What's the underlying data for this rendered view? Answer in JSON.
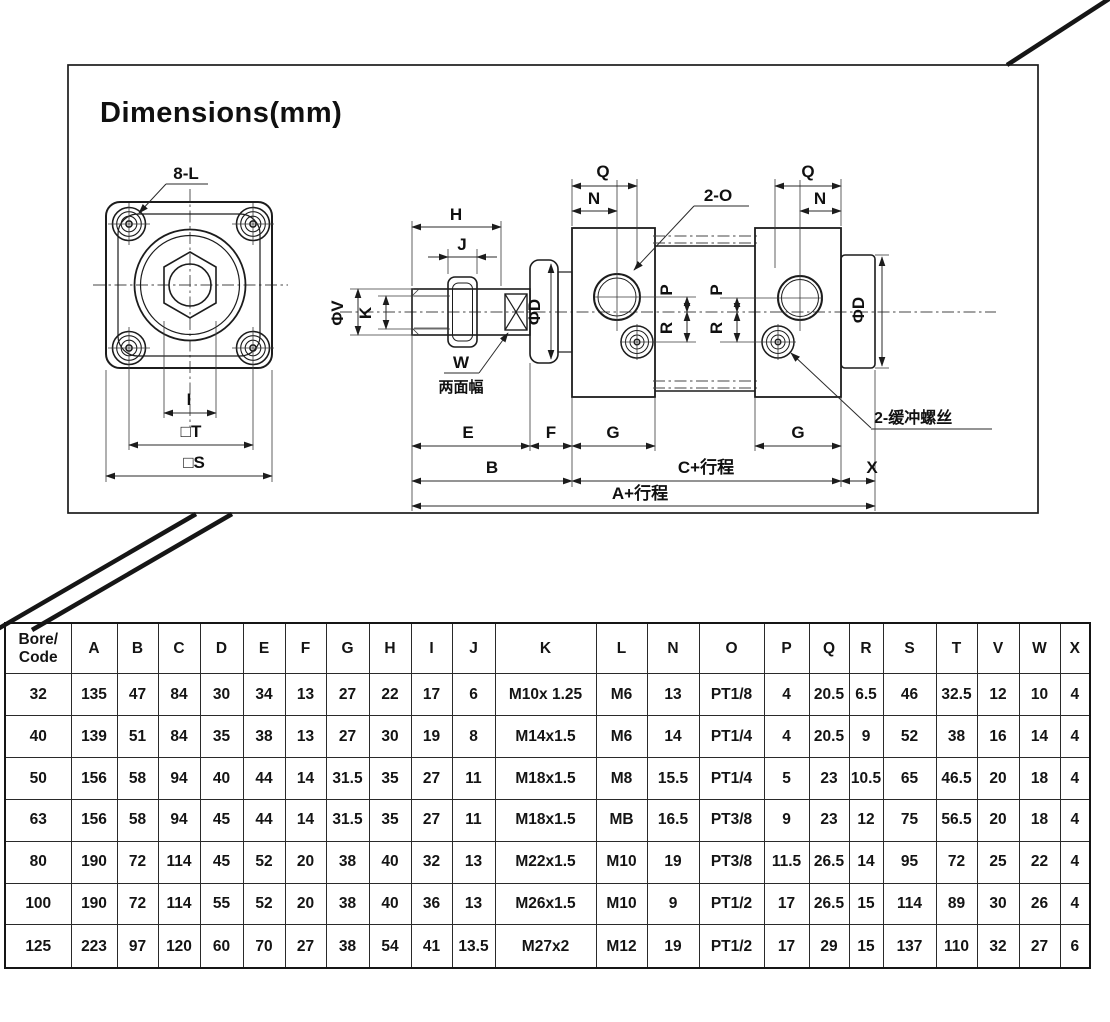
{
  "drawing": {
    "title": "Dimensions(mm)",
    "front": {
      "bolt_note": "8-L",
      "dim_i": "I",
      "dim_t": "□T",
      "dim_s": "□S"
    },
    "side": {
      "dim_h": "H",
      "dim_j": "J",
      "dim_v": "ΦV",
      "dim_k": "K",
      "dim_w": "W",
      "flats_note": "两面幅",
      "dim_d": "ΦD",
      "dim_q": "Q",
      "dim_n": "N",
      "port_note": "2-O",
      "dim_p": "P",
      "dim_r": "R",
      "dim_e": "E",
      "dim_f": "F",
      "dim_g": "G",
      "dim_b": "B",
      "dim_c_stroke": "C+行程",
      "dim_x": "X",
      "dim_a_stroke": "A+行程",
      "cushion_note": "2-缓冲螺丝"
    }
  },
  "table": {
    "headers": [
      "Bore/\nCode",
      "A",
      "B",
      "C",
      "D",
      "E",
      "F",
      "G",
      "H",
      "I",
      "J",
      "K",
      "L",
      "N",
      "O",
      "P",
      "Q",
      "R",
      "S",
      "T",
      "V",
      "W",
      "X"
    ],
    "rows": [
      [
        "32",
        "135",
        "47",
        "84",
        "30",
        "34",
        "13",
        "27",
        "22",
        "17",
        "6",
        "M10x 1.25",
        "M6",
        "13",
        "PT1/8",
        "4",
        "20.5",
        "6.5",
        "46",
        "32.5",
        "12",
        "10",
        "4"
      ],
      [
        "40",
        "139",
        "51",
        "84",
        "35",
        "38",
        "13",
        "27",
        "30",
        "19",
        "8",
        "M14x1.5",
        "M6",
        "14",
        "PT1/4",
        "4",
        "20.5",
        "9",
        "52",
        "38",
        "16",
        "14",
        "4"
      ],
      [
        "50",
        "156",
        "58",
        "94",
        "40",
        "44",
        "14",
        "31.5",
        "35",
        "27",
        "11",
        "M18x1.5",
        "M8",
        "15.5",
        "PT1/4",
        "5",
        "23",
        "10.5",
        "65",
        "46.5",
        "20",
        "18",
        "4"
      ],
      [
        "63",
        "156",
        "58",
        "94",
        "45",
        "44",
        "14",
        "31.5",
        "35",
        "27",
        "11",
        "M18x1.5",
        "MB",
        "16.5",
        "PT3/8",
        "9",
        "23",
        "12",
        "75",
        "56.5",
        "20",
        "18",
        "4"
      ],
      [
        "80",
        "190",
        "72",
        "114",
        "45",
        "52",
        "20",
        "38",
        "40",
        "32",
        "13",
        "M22x1.5",
        "M10",
        "19",
        "PT3/8",
        "11.5",
        "26.5",
        "14",
        "95",
        "72",
        "25",
        "22",
        "4"
      ],
      [
        "100",
        "190",
        "72",
        "114",
        "55",
        "52",
        "20",
        "38",
        "40",
        "36",
        "13",
        "M26x1.5",
        "M10",
        "9",
        "PT1/2",
        "17",
        "26.5",
        "15",
        "114",
        "89",
        "30",
        "26",
        "4"
      ],
      [
        "125",
        "223",
        "97",
        "120",
        "60",
        "70",
        "27",
        "38",
        "54",
        "41",
        "13.5",
        "M27x2",
        "M12",
        "19",
        "PT1/2",
        "17",
        "29",
        "15",
        "137",
        "110",
        "32",
        "27",
        "6"
      ]
    ],
    "colors": {
      "line": "#1c1c1c",
      "text": "#141414",
      "background": "#ffffff"
    }
  }
}
